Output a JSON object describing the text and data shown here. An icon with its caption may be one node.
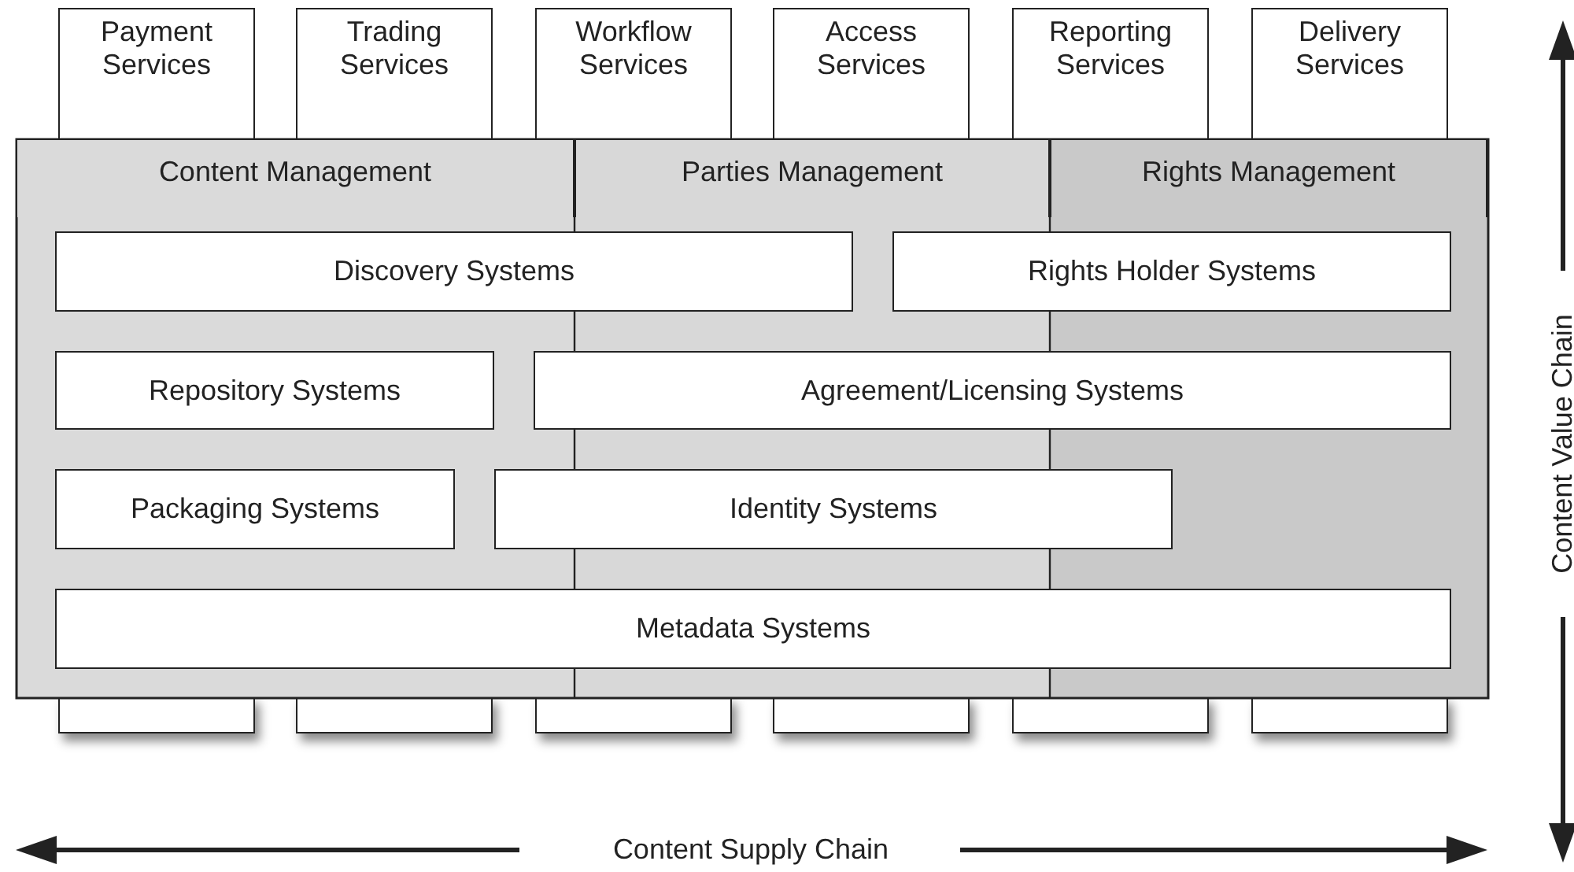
{
  "diagram": {
    "nodes": [
      {
        "text": [
          "Payment Services"
        ]
      },
      {
        "text": [
          "Trading Services"
        ]
      },
      {
        "text": [
          "Workflow Services"
        ]
      },
      {
        "text": [
          "Access Services"
        ]
      },
      {
        "text": [
          "Reporting Services"
        ]
      },
      {
        "text": [
          "Delivery Services"
        ]
      },
      {
        "text": [
          "Content Management"
        ]
      },
      {
        "text": [
          "Parties Management"
        ]
      },
      {
        "text": [
          "Rights Management"
        ]
      },
      {
        "text": [
          "Discovery Systems"
        ]
      },
      {
        "text": [
          "Rights Holder Systems"
        ]
      },
      {
        "text": [
          "Repository Systems"
        ]
      },
      {
        "text": [
          "Agreement/Licensing Systems"
        ]
      },
      {
        "text": [
          "Packaging Systems"
        ]
      },
      {
        "text": [
          "Identity Systems"
        ]
      },
      {
        "text": [
          "Metadata Systems"
        ]
      },
      {
        "text": [],
        "shape": "box"
      },
      {
        "text": [],
        "shape": "box"
      },
      {
        "text": [],
        "shape": "box"
      },
      {
        "text": [],
        "shape": "box"
      },
      {
        "text": [],
        "shape": "box"
      },
      {
        "text": [],
        "shape": "box"
      }
    ],
    "edges": [],
    "labels": [
      "Content Value Chain",
      "Content Supply Chain"
    ]
  }
}
